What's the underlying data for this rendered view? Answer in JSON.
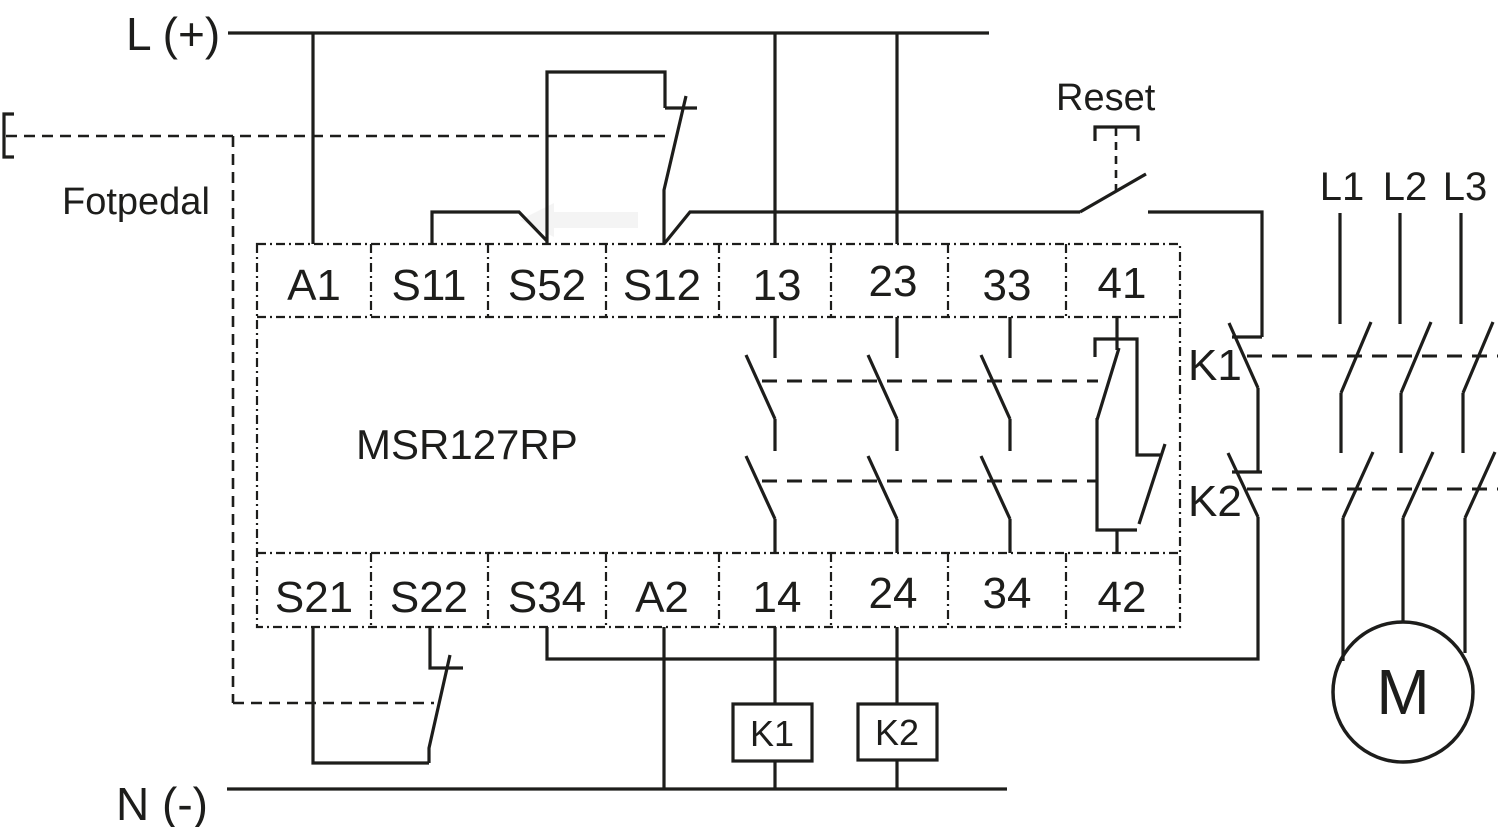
{
  "diagram": {
    "type": "safety-relay-wiring-diagram",
    "device": "MSR127RP",
    "supply": {
      "positive": "L (+)",
      "negative": "N (-)"
    },
    "foot_pedal": "Fotpedal",
    "reset": "Reset",
    "phases": [
      "L1",
      "L2",
      "L3"
    ],
    "motor": "M",
    "contactors": {
      "k1": "K1",
      "k2": "K2"
    },
    "coils": {
      "k1": "K1",
      "k2": "K2"
    },
    "terminals": {
      "top": [
        "A1",
        "S11",
        "S52",
        "S12",
        "13",
        "23",
        "33",
        "41"
      ],
      "bottom": [
        "S21",
        "S22",
        "S34",
        "A2",
        "14",
        "24",
        "34",
        "42"
      ]
    },
    "colors": {
      "line": "#1d1d1b",
      "background": "#ffffff",
      "actuator_arrow": "#f4f4f4"
    }
  }
}
